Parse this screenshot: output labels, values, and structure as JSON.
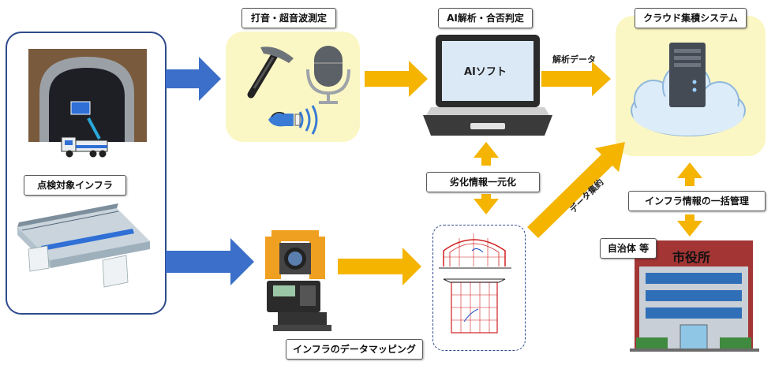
{
  "labels": {
    "inspection_target": "点検対象インフラ",
    "hammer_ultrasonic": "打音・超音波測定",
    "ai_analysis": "AI解析・合否判定",
    "cloud_system": "クラウド集積システム",
    "degradation_unify": "劣化情報一元化",
    "infra_management": "インフラ情報の一括管理",
    "municipality": "自治体 等",
    "infra_mapping": "インフラのデータマッピング"
  },
  "laptop_screen": "AIソフト",
  "arrow_labels": {
    "analysis_data": "解析データ",
    "data_aggregation": "データ集約"
  },
  "city_hall": "市役所",
  "colors": {
    "blue_arrow": "#3b6fc9",
    "gold_arrow": "#f4b400",
    "panel_yellow": "#fbf7c4",
    "frame_blue": "#2e4a8c"
  }
}
